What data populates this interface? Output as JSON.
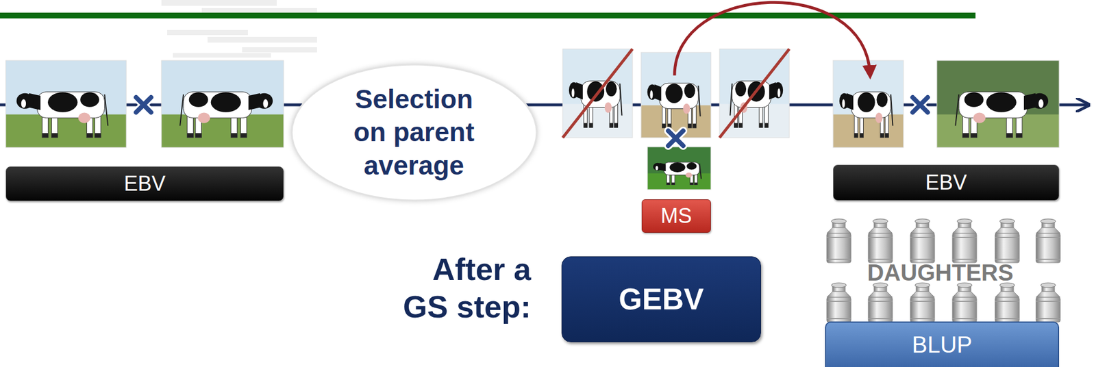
{
  "diagram": {
    "nodes": [
      {
        "text": [
          "EBV"
        ]
      },
      {
        "text": [
          "Selection on parent average"
        ]
      },
      {
        "text": [
          "MS"
        ]
      },
      {
        "text": [
          "GEBV"
        ]
      },
      {
        "text": [
          "EBV"
        ]
      },
      {
        "text": [
          "BLUP"
        ]
      }
    ],
    "labels": [
      "After a GS step:",
      "DAUGHTERS"
    ]
  }
}
